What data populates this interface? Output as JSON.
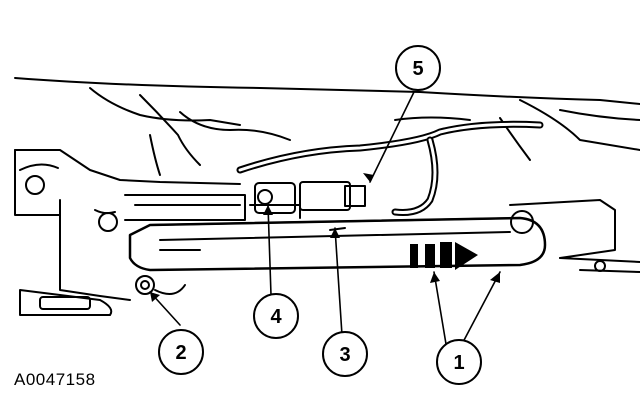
{
  "figure_id": "A0047158",
  "callouts": [
    {
      "label": "1"
    },
    {
      "label": "2"
    },
    {
      "label": "3"
    },
    {
      "label": "4"
    },
    {
      "label": "5"
    }
  ]
}
